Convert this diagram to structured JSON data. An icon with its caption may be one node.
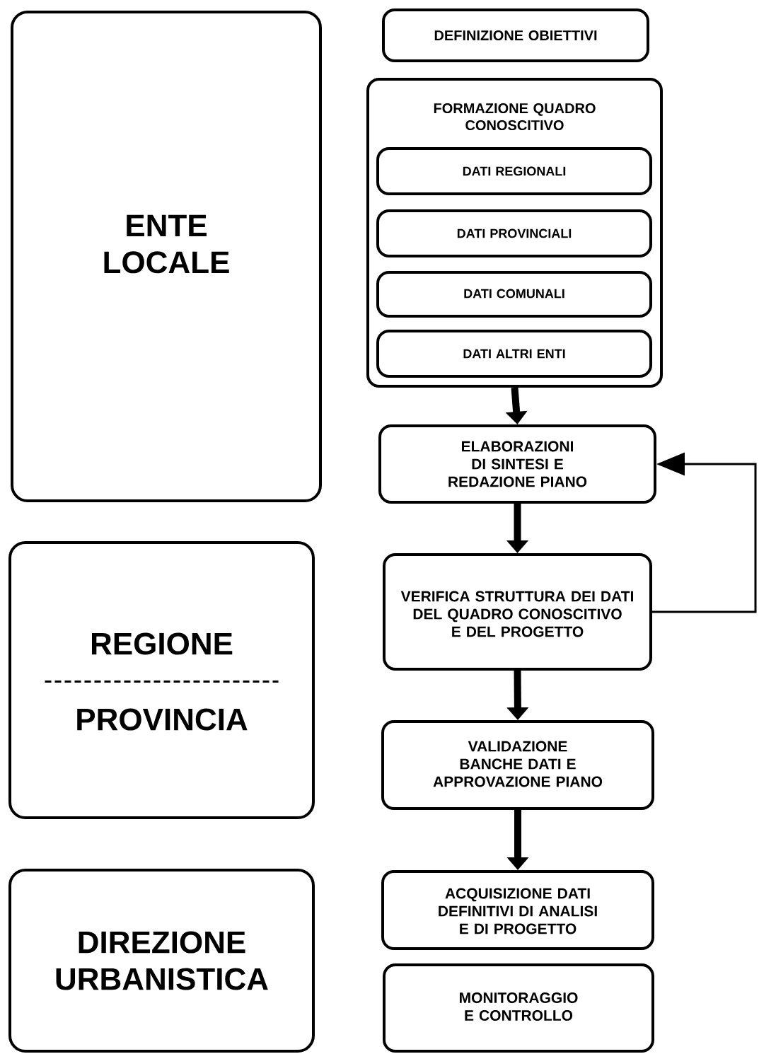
{
  "diagram": {
    "nodes": [
      {
        "text": [
          "ENTE LOCALE"
        ]
      },
      {
        "text": [
          "REGIONE",
          "PROVINCIA"
        ]
      },
      {
        "text": [
          "DIREZIONE URBANISTICA"
        ]
      },
      {
        "text": [
          "DEFINIZIONE OBIETTIVI"
        ]
      },
      {
        "text": [
          "FORMAZIONE QUADRO CONOSCITIVO"
        ]
      },
      {
        "text": [
          "DATI REGIONALI"
        ],
        "in": 4
      },
      {
        "text": [
          "DATI PROVINCIALI"
        ],
        "in": 4
      },
      {
        "text": [
          "DATI COMUNALI"
        ],
        "in": 4
      },
      {
        "text": [
          "DATI ALTRI ENTI"
        ],
        "in": 4
      },
      {
        "text": [
          "ELABORAZIONI DI SINTESI E REDAZIONE PIANO"
        ]
      },
      {
        "text": [
          "VERIFICA STRUTTURA DEI DATI DEL QUADRO CONOSCITIVO E DEL PROGETTO"
        ]
      },
      {
        "text": [
          "VALIDAZIONE BANCHE DATI E APPROVAZIONE PIANO"
        ]
      },
      {
        "text": [
          "ACQUISIZIONE DATI DEFINITIVI DI ANALISI E DI PROGETTO"
        ]
      },
      {
        "text": [
          "MONITORAGGIO E CONTROLLO"
        ]
      }
    ],
    "edges": [
      {
        "from": 4,
        "to": 9,
        "arrow": "to"
      },
      {
        "from": 9,
        "to": 10,
        "arrow": "to"
      },
      {
        "from": 10,
        "to": 11,
        "arrow": "to"
      },
      {
        "from": 11,
        "to": 12,
        "arrow": "to"
      },
      {
        "from": 10,
        "to": 9,
        "arrow": "to"
      }
    ]
  }
}
